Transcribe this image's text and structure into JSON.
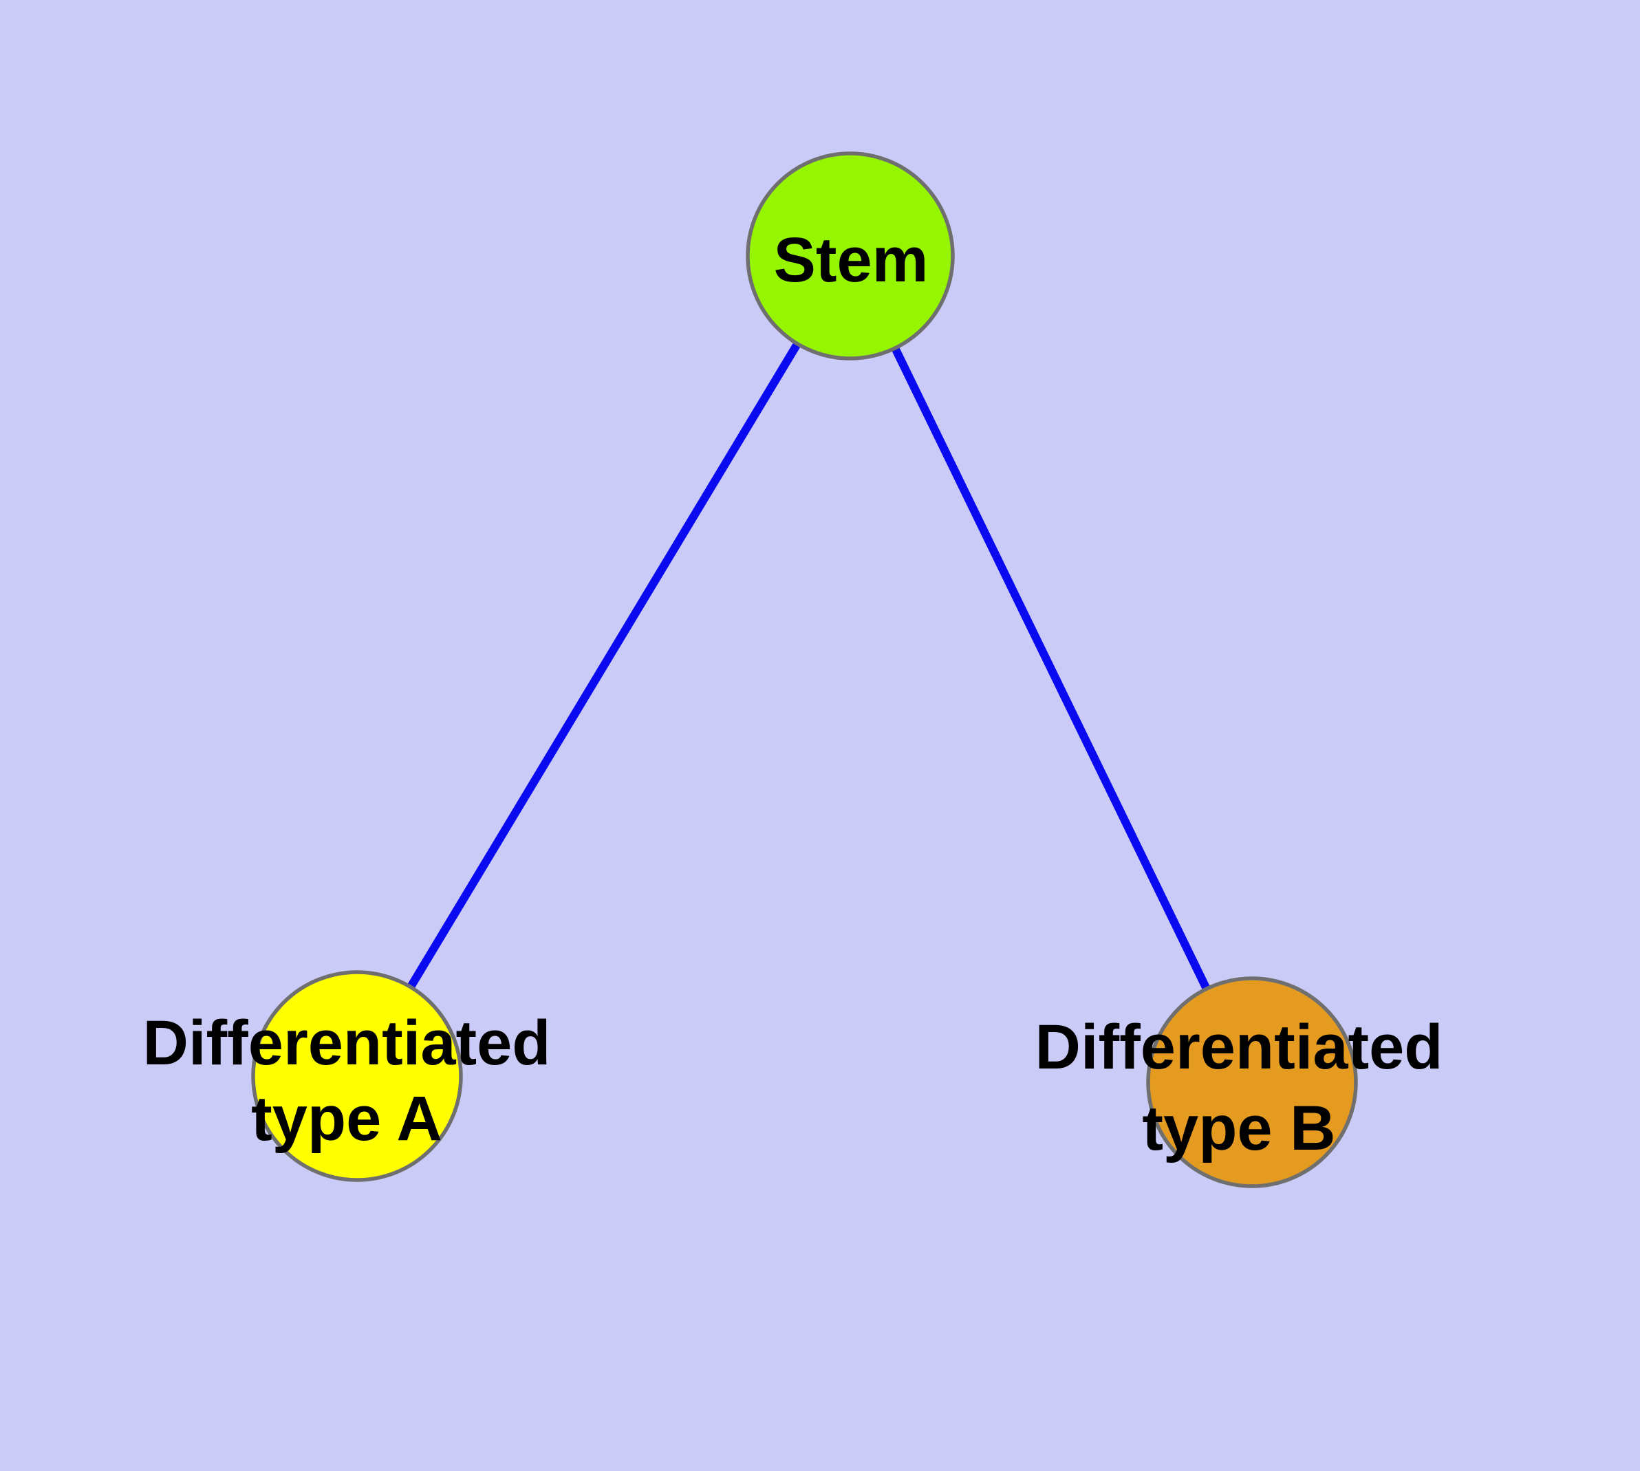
{
  "diagram": {
    "type": "node-link-graph",
    "colors": {
      "background": "#CBCBF8",
      "edge": "#0A0AF0",
      "node_border": "#6F6F6F",
      "label_text": "#000000"
    },
    "nodes": [
      {
        "id": "stem",
        "label": "Stem",
        "lines": [
          "Stem"
        ],
        "fill": "#96F500"
      },
      {
        "id": "differentiated-type-a",
        "label": "Differentiated type A",
        "lines": [
          "Differentiated",
          "type A"
        ],
        "fill": "#FFFF00"
      },
      {
        "id": "differentiated-type-b",
        "label": "Differentiated type B",
        "lines": [
          "Differentiated",
          "type B"
        ],
        "fill": "#E49B20"
      }
    ],
    "edges": [
      {
        "from": "stem",
        "to": "differentiated-type-a"
      },
      {
        "from": "stem",
        "to": "differentiated-type-b"
      }
    ]
  }
}
